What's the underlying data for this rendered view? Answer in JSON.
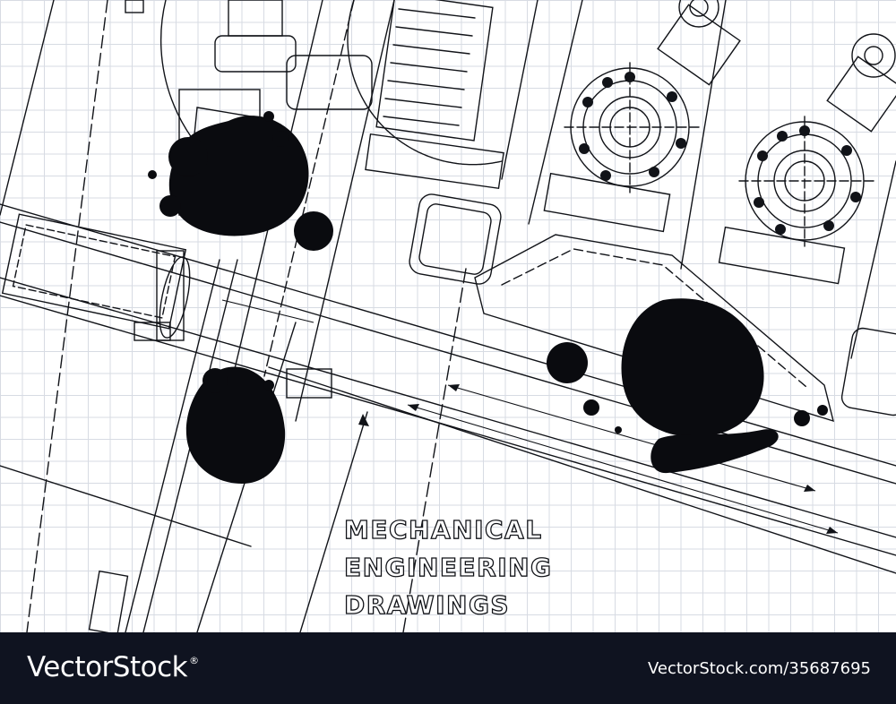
{
  "title": {
    "line1": "MECHANICAL",
    "line2": "ENGINEERING",
    "line3": "DRAWINGS"
  },
  "footer": {
    "brand": "VectorStock",
    "brand_mark": "®",
    "vector_id": "VectorStock.com/35687695"
  },
  "colors": {
    "ink": "#111318",
    "grid": "#d7dbe3",
    "paper": "#ffffff",
    "footer_bg": "#0f1320",
    "footer_text": "#ffffff"
  }
}
